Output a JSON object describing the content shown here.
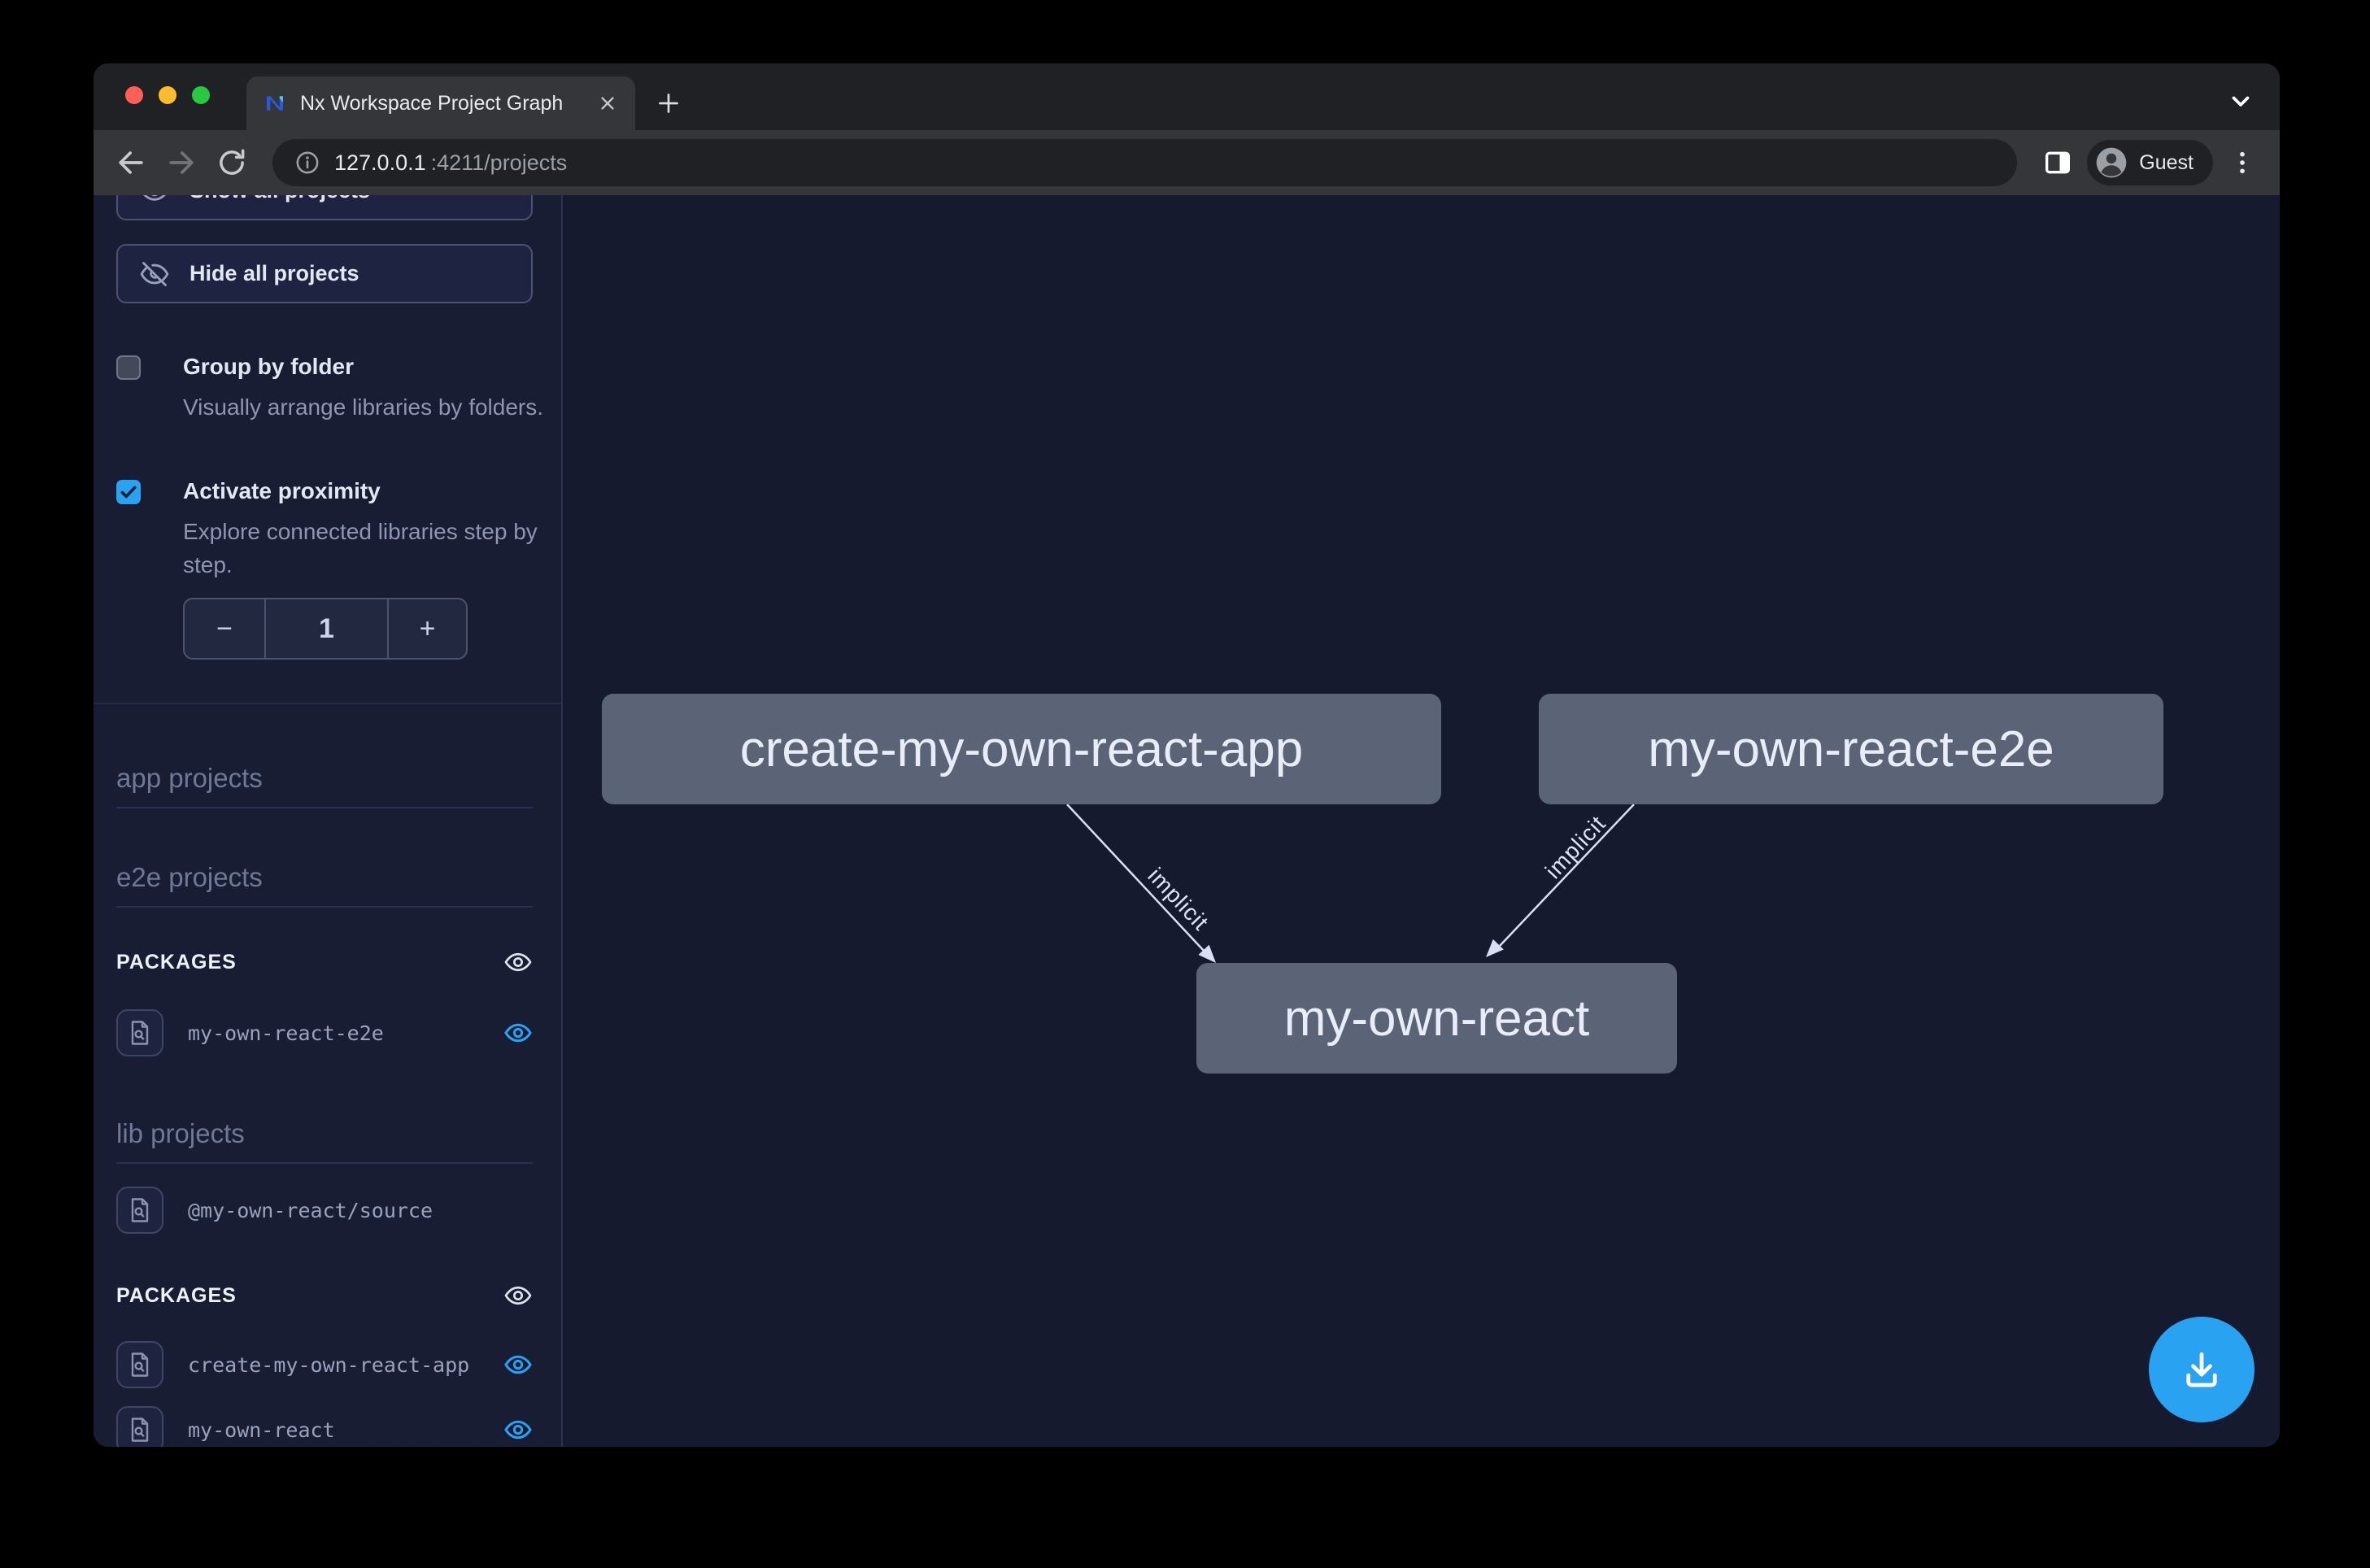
{
  "browser": {
    "tab_title": "Nx Workspace Project Graph",
    "url_host": "127.0.0.1",
    "url_path": ":4211/projects",
    "profile_label": "Guest",
    "icons": [
      "nx-logo-icon",
      "tab-close-icon",
      "new-tab-icon",
      "tabstrip-chevron-icon",
      "back-icon",
      "forward-icon",
      "reload-icon",
      "info-icon",
      "side-panel-icon",
      "avatar-icon",
      "kebab-menu-icon"
    ]
  },
  "sidebar": {
    "show_all_label": "Show all projects",
    "hide_all_label": "Hide all projects",
    "group_by_folder": {
      "label": "Group by folder",
      "description": "Visually arrange libraries by folders.",
      "checked": false
    },
    "activate_proximity": {
      "label": "Activate proximity",
      "description": "Explore connected libraries step by step.",
      "checked": true
    },
    "proximity_stepper": {
      "decrement_label": "−",
      "value": "1",
      "increment_label": "+"
    },
    "app_projects_heading": "app projects",
    "e2e_projects_heading": "e2e projects",
    "lib_projects_heading": "lib projects",
    "e2e_packages": {
      "heading": "PACKAGES",
      "items": [
        "my-own-react-e2e"
      ]
    },
    "lib_items": [
      "@my-own-react/source"
    ],
    "lib_packages": {
      "heading": "PACKAGES",
      "items": [
        "create-my-own-react-app",
        "my-own-react"
      ]
    }
  },
  "graph": {
    "nodes": [
      {
        "label": "create-my-own-react-app"
      },
      {
        "label": "my-own-react-e2e"
      },
      {
        "label": "my-own-react"
      }
    ],
    "edges": [
      {
        "from": "create-my-own-react-app",
        "to": "my-own-react",
        "label": "implicit"
      },
      {
        "from": "my-own-react-e2e",
        "to": "my-own-react",
        "label": "implicit"
      }
    ]
  },
  "colors": {
    "accent_blue": "#2aa2f2",
    "node_background": "#5b6377",
    "edge": "#d9dff6",
    "sidebar_background": "#181d33",
    "canvas_background": "#151a2f",
    "traffic_red": "#ff5f57",
    "traffic_yellow": "#febc2e",
    "traffic_green": "#28c840"
  }
}
